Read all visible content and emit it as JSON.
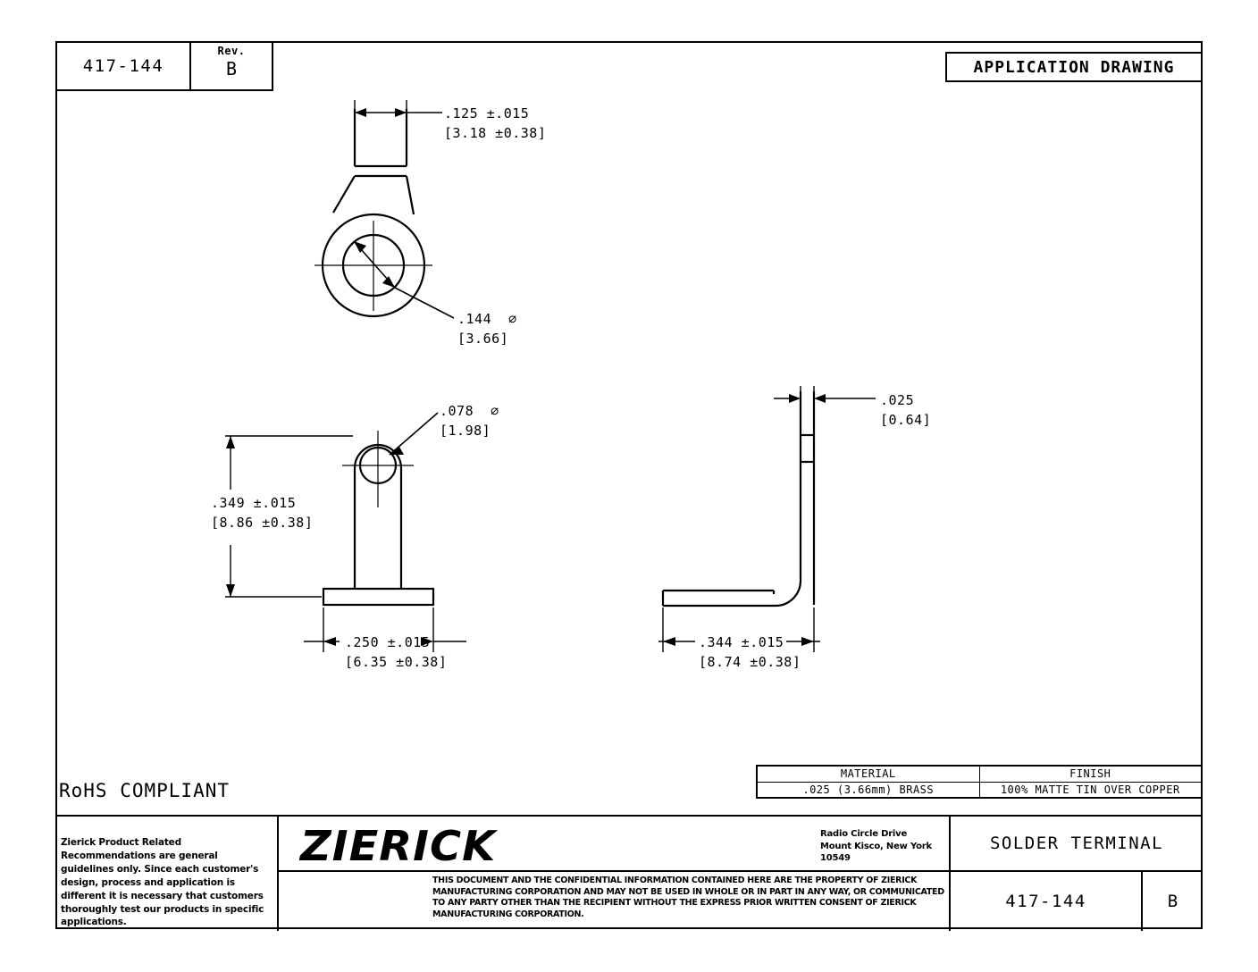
{
  "header": {
    "part_number": "417-144",
    "rev_label": "Rev.",
    "rev_value": "B",
    "drawing_type": "APPLICATION DRAWING"
  },
  "views": {
    "top": {
      "width_dim": ".125 ±.015\n[3.18 ±0.38]",
      "hole_dim": ".144  ∅\n[3.66]"
    },
    "front": {
      "hole_dim": ".078  ∅\n[1.98]",
      "height_dim": ".349 ±.015\n[8.86 ±0.38]",
      "base_width_dim": ".250 ±.015\n[6.35 ±0.38]"
    },
    "side": {
      "thickness_dim": ".025\n[0.64]",
      "length_dim": ".344 ±.015\n[8.74 ±0.38]"
    }
  },
  "compliance": {
    "rohs": "RoHS COMPLIANT"
  },
  "spec_table": {
    "material_header": "MATERIAL",
    "finish_header": "FINISH",
    "material_value": ".025 (3.66mm) BRASS",
    "finish_value": "100% MATTE TIN OVER COPPER"
  },
  "title_block": {
    "notes": "Zierick Product Related Recommendations are general guidelines only. Since each customer's design, process and application is different it is necessary that customers thoroughly test our products in specific applications.",
    "company": "ZIERICK",
    "address_line1": "Radio Circle Drive",
    "address_line2": "Mount Kisco, New York 10549",
    "legal": "THIS DOCUMENT AND THE CONFIDENTIAL INFORMATION CONTAINED HERE ARE THE PROPERTY OF ZIERICK MANUFACTURING CORPORATION AND MAY NOT BE USED IN WHOLE OR IN PART IN ANY WAY, OR COMMUNICATED TO ANY PARTY OTHER THAN THE RECIPIENT WITHOUT THE EXPRESS PRIOR WRITTEN CONSENT OF ZIERICK MANUFACTURING CORPORATION.",
    "title": "SOLDER TERMINAL",
    "part_number": "417-144",
    "rev": "B"
  },
  "colors": {
    "line": "#000000",
    "background": "#ffffff"
  }
}
